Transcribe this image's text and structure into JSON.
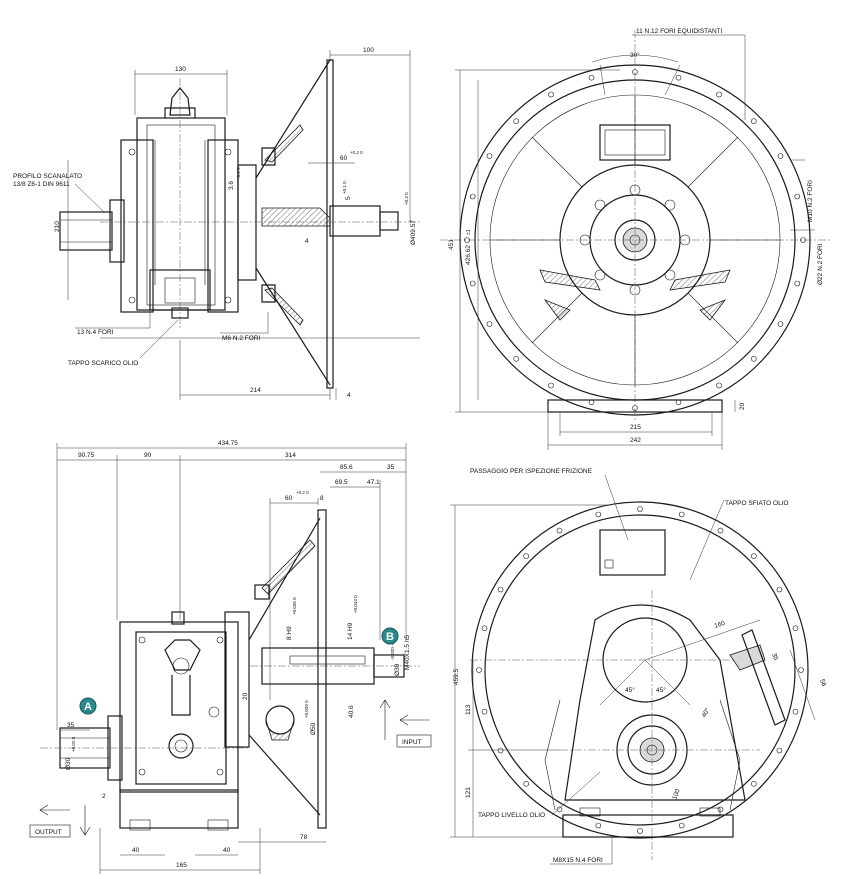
{
  "labels": {
    "profilo_line1": "PROFILO SCANALATO",
    "profilo_line2": "13/8 Z6-1 DIN 9611",
    "fori_13": "13  N.4 FORI",
    "tappo_scarico": "TAPPO SCARICO OLIO",
    "m6_fori": "M6  N.2 FORI",
    "fori_11": "11  N.12 FORI EQUIDISTANTI",
    "m10_fori": "M10  N.2 FORI",
    "d22_fori": "Ø22  N.2 FORI",
    "passaggio": "PASSAGGIO PER ISPEZIONE FRIZIONE",
    "tappo_sfiato": "TAPPO SFIATO OLIO",
    "tappo_livello": "TAPPO LIVELLO OLIO",
    "m8_fori": "M8X15  N.4 FORI",
    "input": "INPUT",
    "output": "OUTPUT",
    "badge_a": "A",
    "badge_b": "B"
  },
  "dims_top_left": {
    "w130": "130",
    "h210": "210",
    "d100": "100",
    "a60": "60",
    "a60_tol": "+0.2 0",
    "d3_6": "3.6",
    "d3_6_tol": "+0.2 0",
    "d5": "5",
    "d5_tol": "+0.1 0",
    "d4": "4",
    "d409": "Ø409.57",
    "d409_tol": "+0.3 0",
    "d214": "214",
    "d4b": "4"
  },
  "dims_top_right": {
    "a30": "30°",
    "h451": "451",
    "d426": "426.62",
    "d426_tol": "±1",
    "w215": "215",
    "w242": "242",
    "h20": "20"
  },
  "dims_bottom_left": {
    "total": "434.75",
    "d90_75": "90.75",
    "d90": "90",
    "d314": "314",
    "d85_6": "85.6",
    "d35a": "35",
    "d60": "60",
    "d60_tol": "+0.2 0",
    "d8": "8",
    "d69_5": "69.5",
    "d47_1": "47.1",
    "d8h9": "8 H9",
    "d8h9_tol": "+0.036 0",
    "d14h9": "14 H9",
    "d14h9_tol": "+0.043 0",
    "d30": "Ø30",
    "d30_tol": "-0.020 -0.041",
    "m40": "M40X1.5  h5",
    "d20": "20",
    "d50": "Ø50",
    "d50_tol": "+0.039 0",
    "d40_6": "40.6",
    "d35b": "35",
    "d30_hole": "Ø30",
    "d30_hole_tol": "+0.02 0",
    "d2": "2",
    "d78": "78",
    "w40a": "40",
    "w40b": "40",
    "w165": "165"
  },
  "dims_bottom_right": {
    "h459": "459.5",
    "h113": "113",
    "h121": "121",
    "a45a": "45°",
    "a45b": "45°",
    "a40": "40°",
    "d160": "160",
    "d35": "35",
    "d56": "56",
    "d100": "100"
  }
}
